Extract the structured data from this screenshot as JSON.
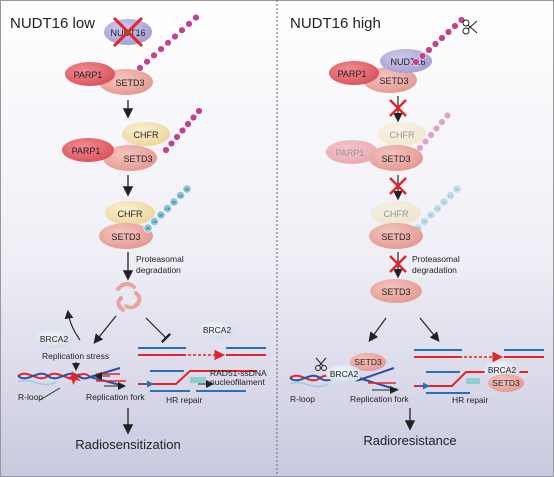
{
  "left": {
    "title": "NUDT16 low",
    "nudt16": "NUDT16",
    "parp1": "PARP1",
    "setd3": "SETD3",
    "chfr": "CHFR",
    "proteasomal": "Proteasomal",
    "degradation": "degradation",
    "brca2": "BRCA2",
    "replication_stress": "Replication stress",
    "rloop": "R-loop",
    "replication_fork": "Replication fork",
    "rad51_line1": "RAD51-ssDNA",
    "rad51_line2": "nucleofilament",
    "hr_repair": "HR repair",
    "outcome": "Radiosensitization"
  },
  "right": {
    "title": "NUDT16 high",
    "nudt16": "NUDT16",
    "parp1": "PARP1",
    "setd3": "SETD3",
    "chfr": "CHFR",
    "proteasomal": "Proteasomal",
    "degradation": "degradation",
    "brca2": "BRCA2",
    "rloop": "R-loop",
    "replication_fork": "Replication fork",
    "hr_repair": "HR repair",
    "outcome": "Radioresistance"
  },
  "ub_label": "Ub",
  "colors": {
    "parp1": "#e0626a",
    "setd3": "#eaa39e",
    "nudt16": "#b6aedb",
    "chfr": "#f6e4b4",
    "pink_chain": "#c4418f",
    "blue_chain": "#8cc6dc",
    "red_x": "#e0262a"
  }
}
